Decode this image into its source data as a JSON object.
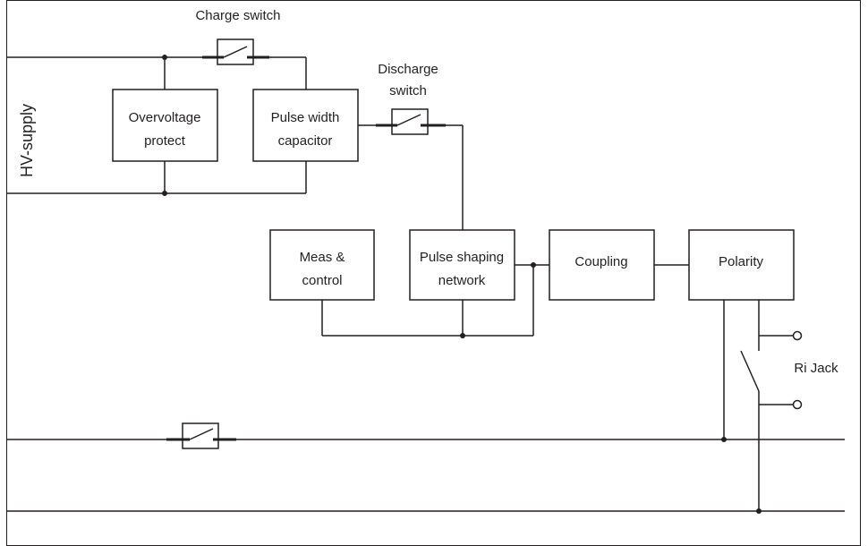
{
  "labels": {
    "hv_supply": "HV-supply",
    "charge_switch": "Charge switch",
    "discharge_switch_1": "Discharge",
    "discharge_switch_2": "switch",
    "overvoltage_1": "Overvoltage",
    "overvoltage_2": "protect",
    "pulse_width_1": "Pulse width",
    "pulse_width_2": "capacitor",
    "meas_1": "Meas &",
    "meas_2": "control",
    "pulse_shaping_1": "Pulse shaping",
    "pulse_shaping_2": "network",
    "coupling": "Coupling",
    "polarity": "Polarity",
    "ri_jack": "Ri Jack"
  },
  "colors": {
    "line": "#231f20",
    "background": "#ffffff"
  }
}
